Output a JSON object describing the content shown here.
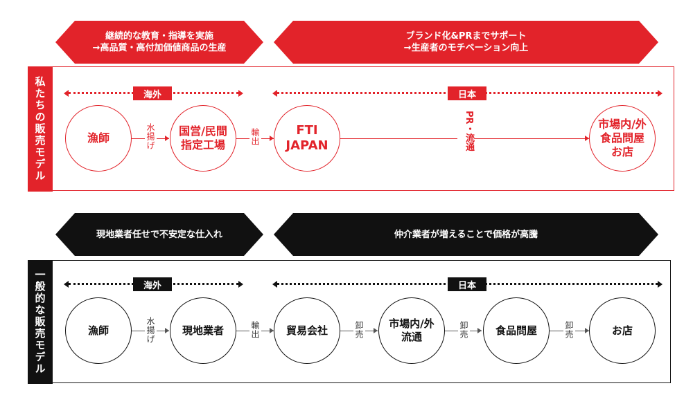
{
  "colors": {
    "accent_red": "#e2232a",
    "black": "#111111"
  },
  "top_banner": {
    "left": "継続的な教育・指導を実施\n→高品質・高付加価値商品の生産",
    "right": "ブランド化&PRまでサポート\n→生産者のモチベーション向上"
  },
  "our_model": {
    "side_label": "私たちの販売モデル",
    "overseas_tag": "海外",
    "japan_tag": "日本",
    "nodes": [
      "漁師",
      "国営/民間\n指定工場",
      "FTI\nJAPAN",
      "市場内/外\n食品問屋\nお店"
    ],
    "connectors": [
      "水揚げ",
      "輸出"
    ],
    "pr_label": "PR・流通"
  },
  "mid_banner": {
    "left": "現地業者任せで不安定な仕入れ",
    "right": "仲介業者が増えることで価格が高騰"
  },
  "general_model": {
    "side_label": "一般的な販売モデル",
    "overseas_tag": "海外",
    "japan_tag": "日本",
    "nodes": [
      "漁師",
      "現地業者",
      "貿易会社",
      "市場内/外\n流通",
      "食品問屋",
      "お店"
    ],
    "connectors": [
      "水揚げ",
      "輸出",
      "卸売",
      "卸売",
      "卸売"
    ]
  }
}
